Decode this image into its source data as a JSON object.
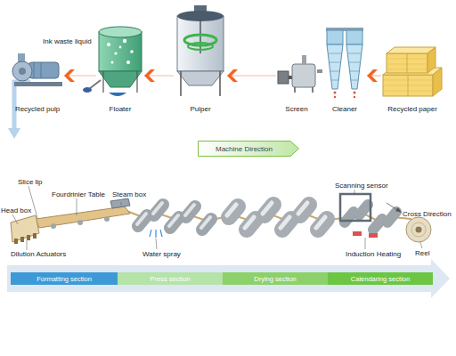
{
  "diagram": {
    "nodes": [
      {
        "text": [
          "Recycled pulp"
        ]
      },
      {
        "text": [
          "Floater"
        ]
      },
      {
        "text": [
          "Pulper"
        ]
      },
      {
        "text": [
          "Screen"
        ]
      },
      {
        "text": [
          "Cleaner"
        ]
      },
      {
        "text": [
          "Recycled paper"
        ]
      },
      {
        "text": [
          "Machine Direction"
        ]
      },
      {
        "text": [
          "Formatting section"
        ]
      },
      {
        "text": [
          "Press section"
        ]
      },
      {
        "text": [
          "Drying section"
        ]
      },
      {
        "text": [
          "Calendaring section"
        ]
      }
    ],
    "edges": [
      {
        "from": 5,
        "to": 4,
        "arrow": "to"
      },
      {
        "from": 4,
        "to": 3,
        "arrow": "none"
      },
      {
        "from": 3,
        "to": 2,
        "arrow": "to"
      },
      {
        "from": 2,
        "to": 1,
        "arrow": "to"
      },
      {
        "from": 1,
        "to": 0,
        "arrow": "to"
      }
    ],
    "labels": [
      "Ink waste liquid",
      "Head box",
      "Slice lip",
      "Fourdrinier Table",
      "Steam box",
      "Scanning sensor",
      "Cross Direction",
      "Dilution Actuators",
      "Water spray",
      "Induction Heating",
      "Reel"
    ]
  }
}
